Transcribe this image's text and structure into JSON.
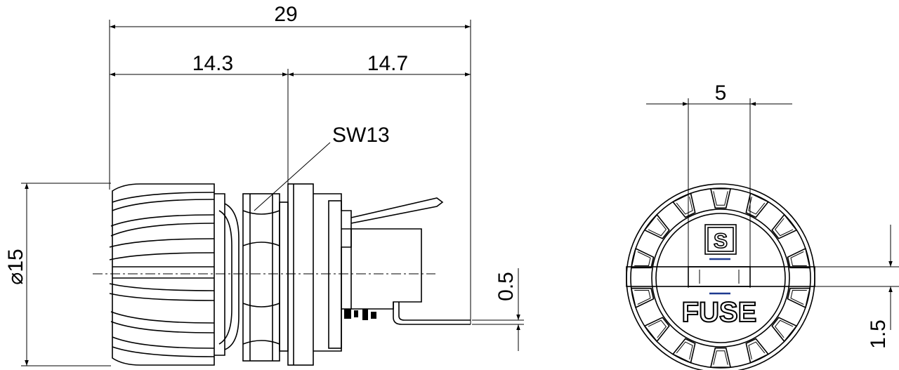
{
  "side_view": {
    "dims": {
      "total_length": "29",
      "front_length": "14.3",
      "rear_length": "14.7",
      "diameter": "⌀15",
      "pin_thickness": "0.5"
    },
    "wrench_label": "SW13"
  },
  "front_view": {
    "dims": {
      "slot_width": "5",
      "slot_height": "1.5"
    },
    "fuse_label": "FUSE",
    "logo_letter": "S",
    "accent_color": "#1f3a8f"
  }
}
